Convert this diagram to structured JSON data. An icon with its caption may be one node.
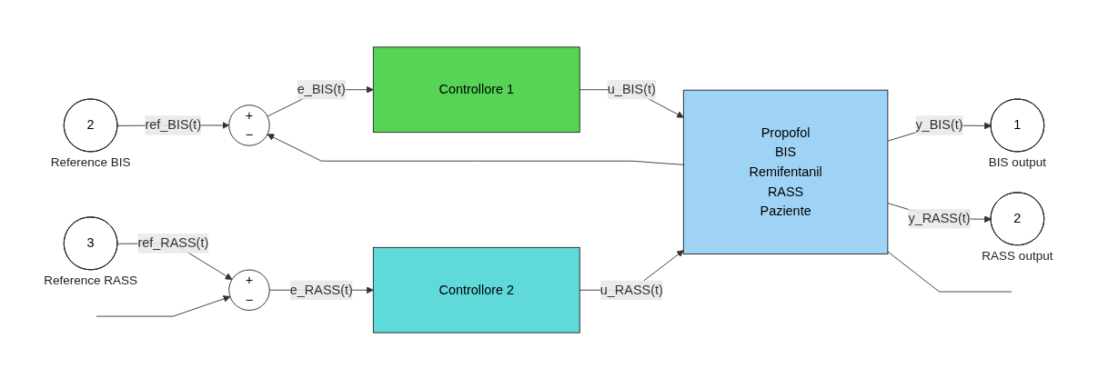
{
  "diagram": {
    "nodes": [
      {
        "text": [
          "2"
        ],
        "beside": [
          "Reference BIS"
        ]
      },
      {
        "text": [
          "+",
          "−"
        ]
      },
      {
        "text": [
          "Controllore 1"
        ]
      },
      {
        "text": [
          "Propofol",
          "BIS",
          "Remifentanil",
          "RASS",
          "Paziente"
        ]
      },
      {
        "text": [
          "1"
        ],
        "beside": [
          "BIS output"
        ]
      },
      {
        "text": [
          "3"
        ],
        "beside": [
          "Reference RASS"
        ]
      },
      {
        "text": [
          "+",
          "−"
        ]
      },
      {
        "text": [
          "Controllore 2"
        ]
      },
      {
        "text": [
          "2"
        ],
        "beside": [
          "RASS output"
        ]
      }
    ],
    "edges": [
      {
        "from": 0,
        "to": 1,
        "arrow": "to",
        "label": "ref_BIS(t)"
      },
      {
        "from": 1,
        "to": 2,
        "arrow": "to",
        "label": "e_BIS(t)"
      },
      {
        "from": 2,
        "to": 3,
        "arrow": "to",
        "label": "u_BIS(t)"
      },
      {
        "from": 3,
        "to": 4,
        "arrow": "to",
        "label": "y_BIS(t)"
      },
      {
        "from": 3,
        "to": 1,
        "arrow": "to"
      },
      {
        "from": 5,
        "to": 6,
        "arrow": "to",
        "label": "ref_RASS(t)"
      },
      {
        "from": 6,
        "to": 7,
        "arrow": "to",
        "label": "e_RASS(t)"
      },
      {
        "from": 7,
        "to": 3,
        "arrow": "to",
        "label": "u_RASS(t)"
      },
      {
        "from": 3,
        "to": 8,
        "arrow": "to",
        "label": "y_RASS(t)"
      },
      {
        "from": 3,
        "to": null,
        "arrow": "none"
      },
      {
        "from": null,
        "to": 6,
        "arrow": "to"
      }
    ]
  }
}
